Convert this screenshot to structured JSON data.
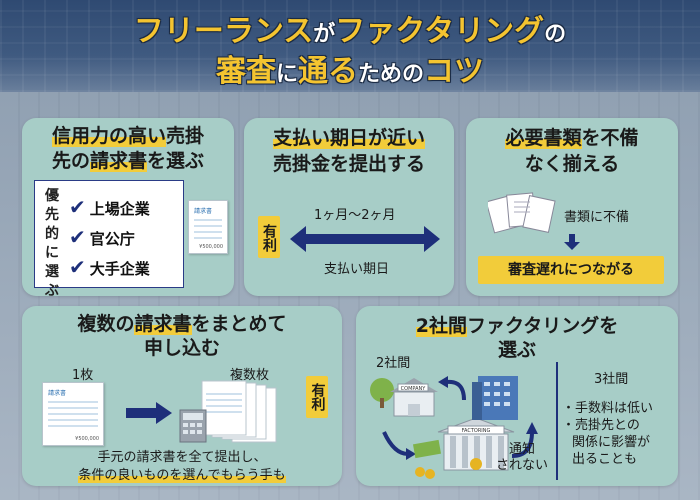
{
  "header": {
    "title_line1_a": "フリーランス",
    "title_line1_b": "が",
    "title_line1_c": "ファクタリング",
    "title_line1_d": "の",
    "title_line2_a": "審査",
    "title_line2_b": "に",
    "title_line2_c": "通る",
    "title_line2_d": "ための",
    "title_line2_e": "コツ"
  },
  "panel1": {
    "title_a": "信用力の高い",
    "title_b": "売掛",
    "title_c": "先の",
    "title_d": "請求書",
    "title_e": "を選ぶ",
    "vertical_label": [
      "優",
      "先",
      "的",
      "に",
      "選",
      "ぶ"
    ],
    "items": [
      "上場企業",
      "官公庁",
      "大手企業"
    ],
    "invoice_title": "請求書",
    "invoice_amount": "¥500,000"
  },
  "panel2": {
    "title_a": "支払い期日が近い",
    "title_b": "売掛金を提出する",
    "merit": "有利",
    "range_label": "1ヶ月〜2ヶ月",
    "arrow_label": "支払い期日"
  },
  "panel3": {
    "title_a": "必要書類",
    "title_b": "を不備",
    "title_c": "なく揃える",
    "doc_label": "書類に不備",
    "result": "審査遅れにつながる"
  },
  "panel4": {
    "title_a": "複数の",
    "title_b": "請求書",
    "title_c": "をまとめて",
    "title_d": "申し込む",
    "one_label": "1枚",
    "many_label": "複数枚",
    "merit": "有利",
    "invoice_title": "請求書",
    "invoice_amount": "¥500,000",
    "note_line1": "手元の請求書を全て提出し、",
    "note_line2": "条件の良いものを選んでもらう手も"
  },
  "panel5": {
    "title_a": "2社間",
    "title_b": "ファクタリングを",
    "title_c": "選ぶ",
    "two_label": "2社間",
    "company_label": "COMPANY",
    "factoring_label": "FACTORING",
    "no_notice": [
      "通知",
      "されない"
    ],
    "three_label": "3社間",
    "bullets": [
      "・手数料は低い",
      "・売掛先との",
      "関係に影響が",
      "出ることも"
    ]
  },
  "colors": {
    "accent_yellow": "#f2cc3a",
    "panel_teal": "#a7cdc7",
    "navy": "#1e2f7a"
  }
}
